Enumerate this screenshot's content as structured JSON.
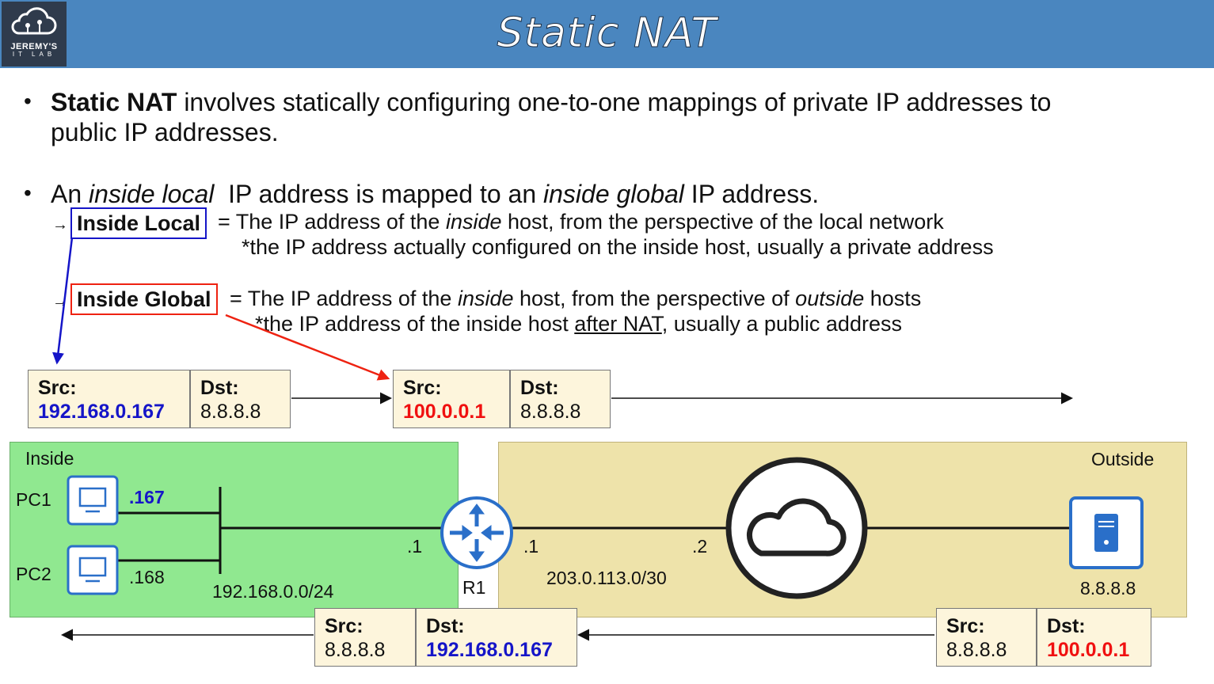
{
  "header": {
    "title": "Static NAT",
    "logo_line1": "JEREMY'S",
    "logo_line2": "IT LAB"
  },
  "bullets": {
    "b1_bold": "Static NAT",
    "b1_rest": " involves statically configuring one-to-one mappings of private IP addresses to",
    "b1_line2": "public IP addresses.",
    "b2_pre": "An ",
    "b2_em1": "inside local",
    "b2_mid": "  IP address is mapped to an ",
    "b2_em2": "inside global",
    "b2_post": " IP address."
  },
  "definitions": {
    "local_label": "Inside Local",
    "local_line1_pre": "= The IP address of the ",
    "local_line1_em": "inside",
    "local_line1_post": " host, from the perspective of the local network",
    "local_line2": "*the IP address actually configured on the inside host, usually a private address",
    "global_label": "Inside Global",
    "global_line1_pre": "= The IP address of the ",
    "global_line1_em": "inside",
    "global_line1_mid": " host, from the perspective of ",
    "global_line1_em2": "outside",
    "global_line1_post": " hosts",
    "global_line2_pre": "*the IP address of the inside host ",
    "global_line2_u": "after NAT",
    "global_line2_post": ", usually a public address",
    "arrow_glyph": "→"
  },
  "network": {
    "inside_label": "Inside",
    "outside_label": "Outside",
    "pc1": {
      "name": "PC1",
      "addr": ".167"
    },
    "pc2": {
      "name": "PC2",
      "addr": ".168"
    },
    "inside_subnet": "192.168.0.0/24",
    "router": {
      "name": "R1",
      "inside_if": ".1",
      "outside_if": ".1"
    },
    "wan_subnet": "203.0.113.0/30",
    "isp_if": ".2",
    "server_addr": "8.8.8.8"
  },
  "packets": {
    "src_label": "Src:",
    "dst_label": "Dst:",
    "out_before": {
      "src": "192.168.0.167",
      "dst": "8.8.8.8"
    },
    "out_after": {
      "src": "100.0.0.1",
      "dst": "8.8.8.8"
    },
    "ret_before": {
      "src": "8.8.8.8",
      "dst": "100.0.0.1"
    },
    "ret_after": {
      "src": "8.8.8.8",
      "dst": "192.168.0.167"
    }
  },
  "colors": {
    "header": "#4a86bf",
    "inside_zone": "#90e890",
    "outside_zone": "#eee3aa",
    "private_ip": "#1515c8",
    "public_ip": "#f01010",
    "device": "#2a6fc9"
  },
  "icons": [
    "cloud-logo-icon",
    "pc-icon",
    "router-icon",
    "cloud-icon",
    "server-icon"
  ]
}
